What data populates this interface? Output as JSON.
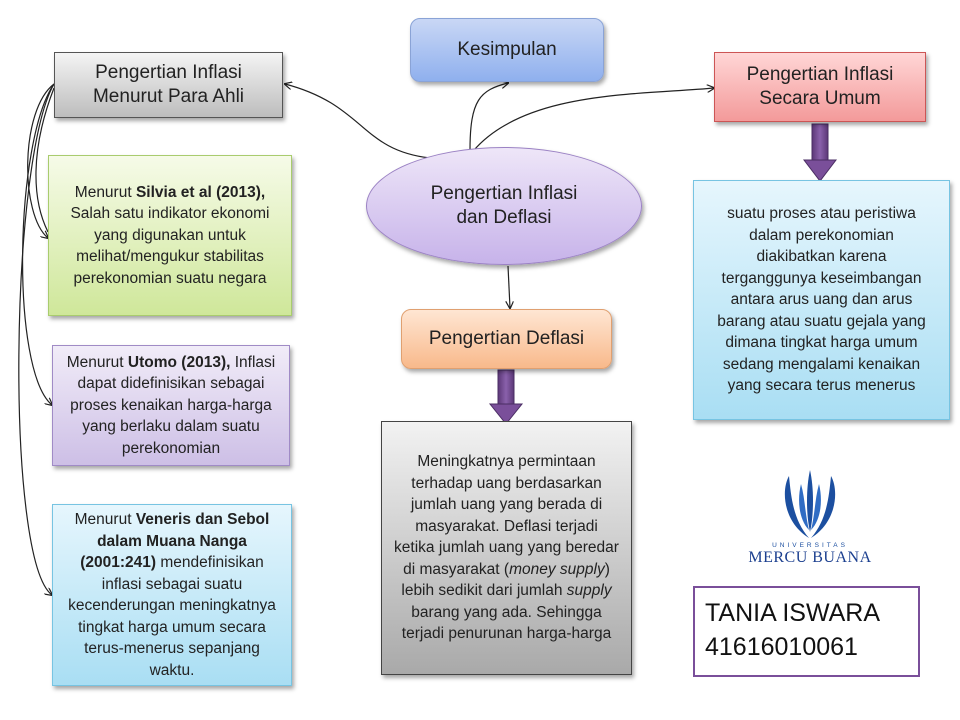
{
  "nodes": {
    "kesimpulan": {
      "label": "Kesimpulan"
    },
    "para_ahli": {
      "title": "Pengertian Inflasi\nMenurut Para Ahli"
    },
    "secara_umum": {
      "title": "Pengertian Inflasi\nSecara Umum"
    },
    "center": {
      "title": "Pengertian Inflasi\ndan Deflasi"
    },
    "deflasi": {
      "title": "Pengertian Deflasi"
    },
    "silvia": {
      "pre": "Menurut ",
      "name": "Silvia et al (2013),",
      "text": " Salah satu indikator ekonomi yang digunakan untuk melihat/mengukur stabilitas perekonomian suatu negara"
    },
    "utomo": {
      "pre": "Menurut ",
      "name": "Utomo (2013),",
      "text": " Inflasi dapat didefinisikan sebagai proses kenaikan harga-harga yang berlaku dalam suatu perekonomian"
    },
    "veneris": {
      "pre": "Menurut ",
      "name": "Veneris dan Sebol dalam Muana Nanga (2001:241)",
      "text": " mendefinisikan inflasi sebagai suatu kecenderungan meningkatnya tingkat harga umum secara terus-menerus sepanjang waktu."
    },
    "umum_desc": {
      "text": "suatu proses atau peristiwa dalam perekonomian diakibatkan karena terganggunya keseimbangan antara arus uang dan arus barang atau suatu gejala yang dimana tingkat harga umum sedang mengalami kenaikan yang secara terus menerus"
    },
    "deflasi_desc": {
      "t1": "Meningkatnya permintaan terhadap uang berdasarkan jumlah uang yang berada di masyarakat. Deflasi terjadi ketika jumlah uang yang beredar di masyarakat (",
      "i1": "money supply",
      "t2": ") lebih sedikit dari jumlah ",
      "i2": "supply",
      "t3": " barang yang ada. Sehingga terjadi penurunan harga-harga"
    }
  },
  "logo": {
    "top": "UNIVERSITAS",
    "name": "MERCU BUANA"
  },
  "author": {
    "name": "TANIA ISWARA",
    "id": "41616010061"
  },
  "colors": {
    "purple_arrow": "#7a4f9a",
    "logo_blue": "#1c4fa0",
    "logo_name": "#1b3f8f"
  }
}
